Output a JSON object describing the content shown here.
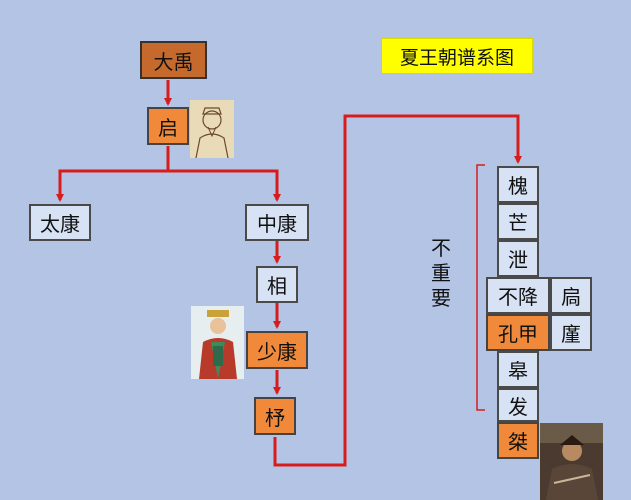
{
  "title": "夏王朝谱系图",
  "nodes": {
    "dayu": "大禹",
    "qi": "启",
    "taikang": "太康",
    "zhongkang": "中康",
    "xiang": "相",
    "shaokang": "少康",
    "zhu": "杼",
    "huai": "槐",
    "mang": "芒",
    "xie": "泄",
    "bujiang": "不降",
    "jiong": "扃",
    "kongjia": "孔甲",
    "jin": "廑",
    "gao": "皋",
    "fa": "发",
    "jie": "桀"
  },
  "note": "不重要",
  "colors": {
    "background": "#b4c4e4",
    "line": "#d81c1c",
    "box": "#d7e2f4",
    "highlight": "#f08a3a",
    "title_bg": "#ffff00"
  }
}
